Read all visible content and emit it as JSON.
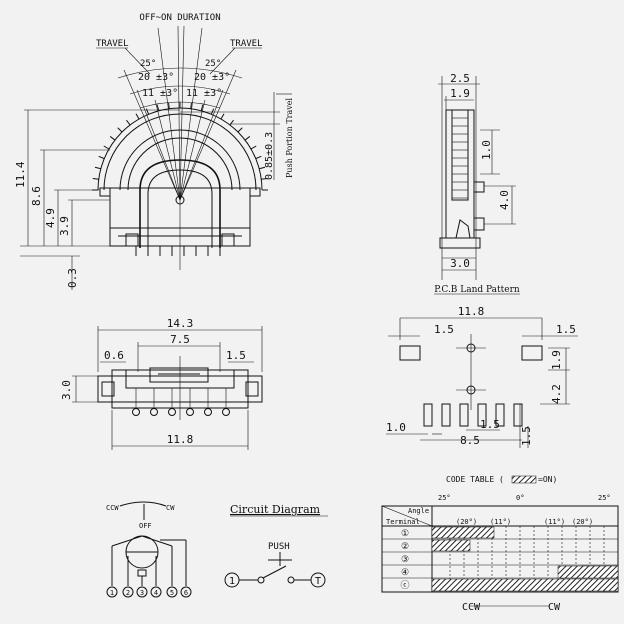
{
  "main_view": {
    "off_on_duration": "OFF~ON DURATION",
    "travel_left": "TRAVEL",
    "travel_right": "TRAVEL",
    "angle_25_left": "25°",
    "angle_25_right": "25°",
    "angle_20_left": "20 ±3°",
    "angle_20_right": "20 ±3°",
    "angle_11_left": "11 ±3°",
    "angle_11_right": "11 ±3°",
    "dim_11_4": "11.4",
    "dim_8_6": "8.6",
    "dim_4_9": "4.9",
    "dim_3_9": "3.9",
    "dim_0_3": "0.3",
    "dim_0_85": "0.85±0.3",
    "push_travel": "Push Portion Travel"
  },
  "side_view": {
    "dim_2_5": "2.5",
    "dim_1_9": "1.9",
    "dim_1_0": "1.0",
    "dim_4_0": "4.0",
    "dim_3_0": "3.0"
  },
  "bottom_view": {
    "dim_14_3": "14.3",
    "dim_7_5": "7.5",
    "dim_0_6": "0.6",
    "dim_1_5": "1.5",
    "dim_3_0": "3.0",
    "dim_11_8": "11.8"
  },
  "pcb_land": {
    "title": "P.C.B Land Pattern",
    "dim_11_8": "11.8",
    "dim_1_5_left": "1.5",
    "dim_1_5_right": "1.5",
    "dim_1_9": "1.9",
    "dim_4_2": "4.2",
    "dim_1_0": "1.0",
    "dim_1_5_pitch": "1.5",
    "dim_8_5": "8.5",
    "dim_1_5_pad": "1.5"
  },
  "code_table": {
    "title": "CODE TABLE (",
    "legend": "=ON)",
    "angle_left": "25°",
    "angle_mid": "0°",
    "angle_right": "25°",
    "header_angle": "Angle",
    "header_terminal": "Terminal",
    "col_20_l": "(20°)",
    "col_11_l": "(11°)",
    "col_11_r": "(11°)",
    "col_20_r": "(20°)",
    "terminals": [
      "①",
      "②",
      "③",
      "④",
      "ⓒ"
    ],
    "ccw": "CCW",
    "cw": "CW"
  },
  "circuit": {
    "title": "Circuit Diagram",
    "push": "PUSH",
    "node_1": "1",
    "node_t": "T"
  },
  "schematic": {
    "ccw": "CCW",
    "cw": "CW",
    "off_label": "OFF",
    "pins": [
      "1",
      "2",
      "3",
      "4",
      "5",
      "6"
    ]
  }
}
